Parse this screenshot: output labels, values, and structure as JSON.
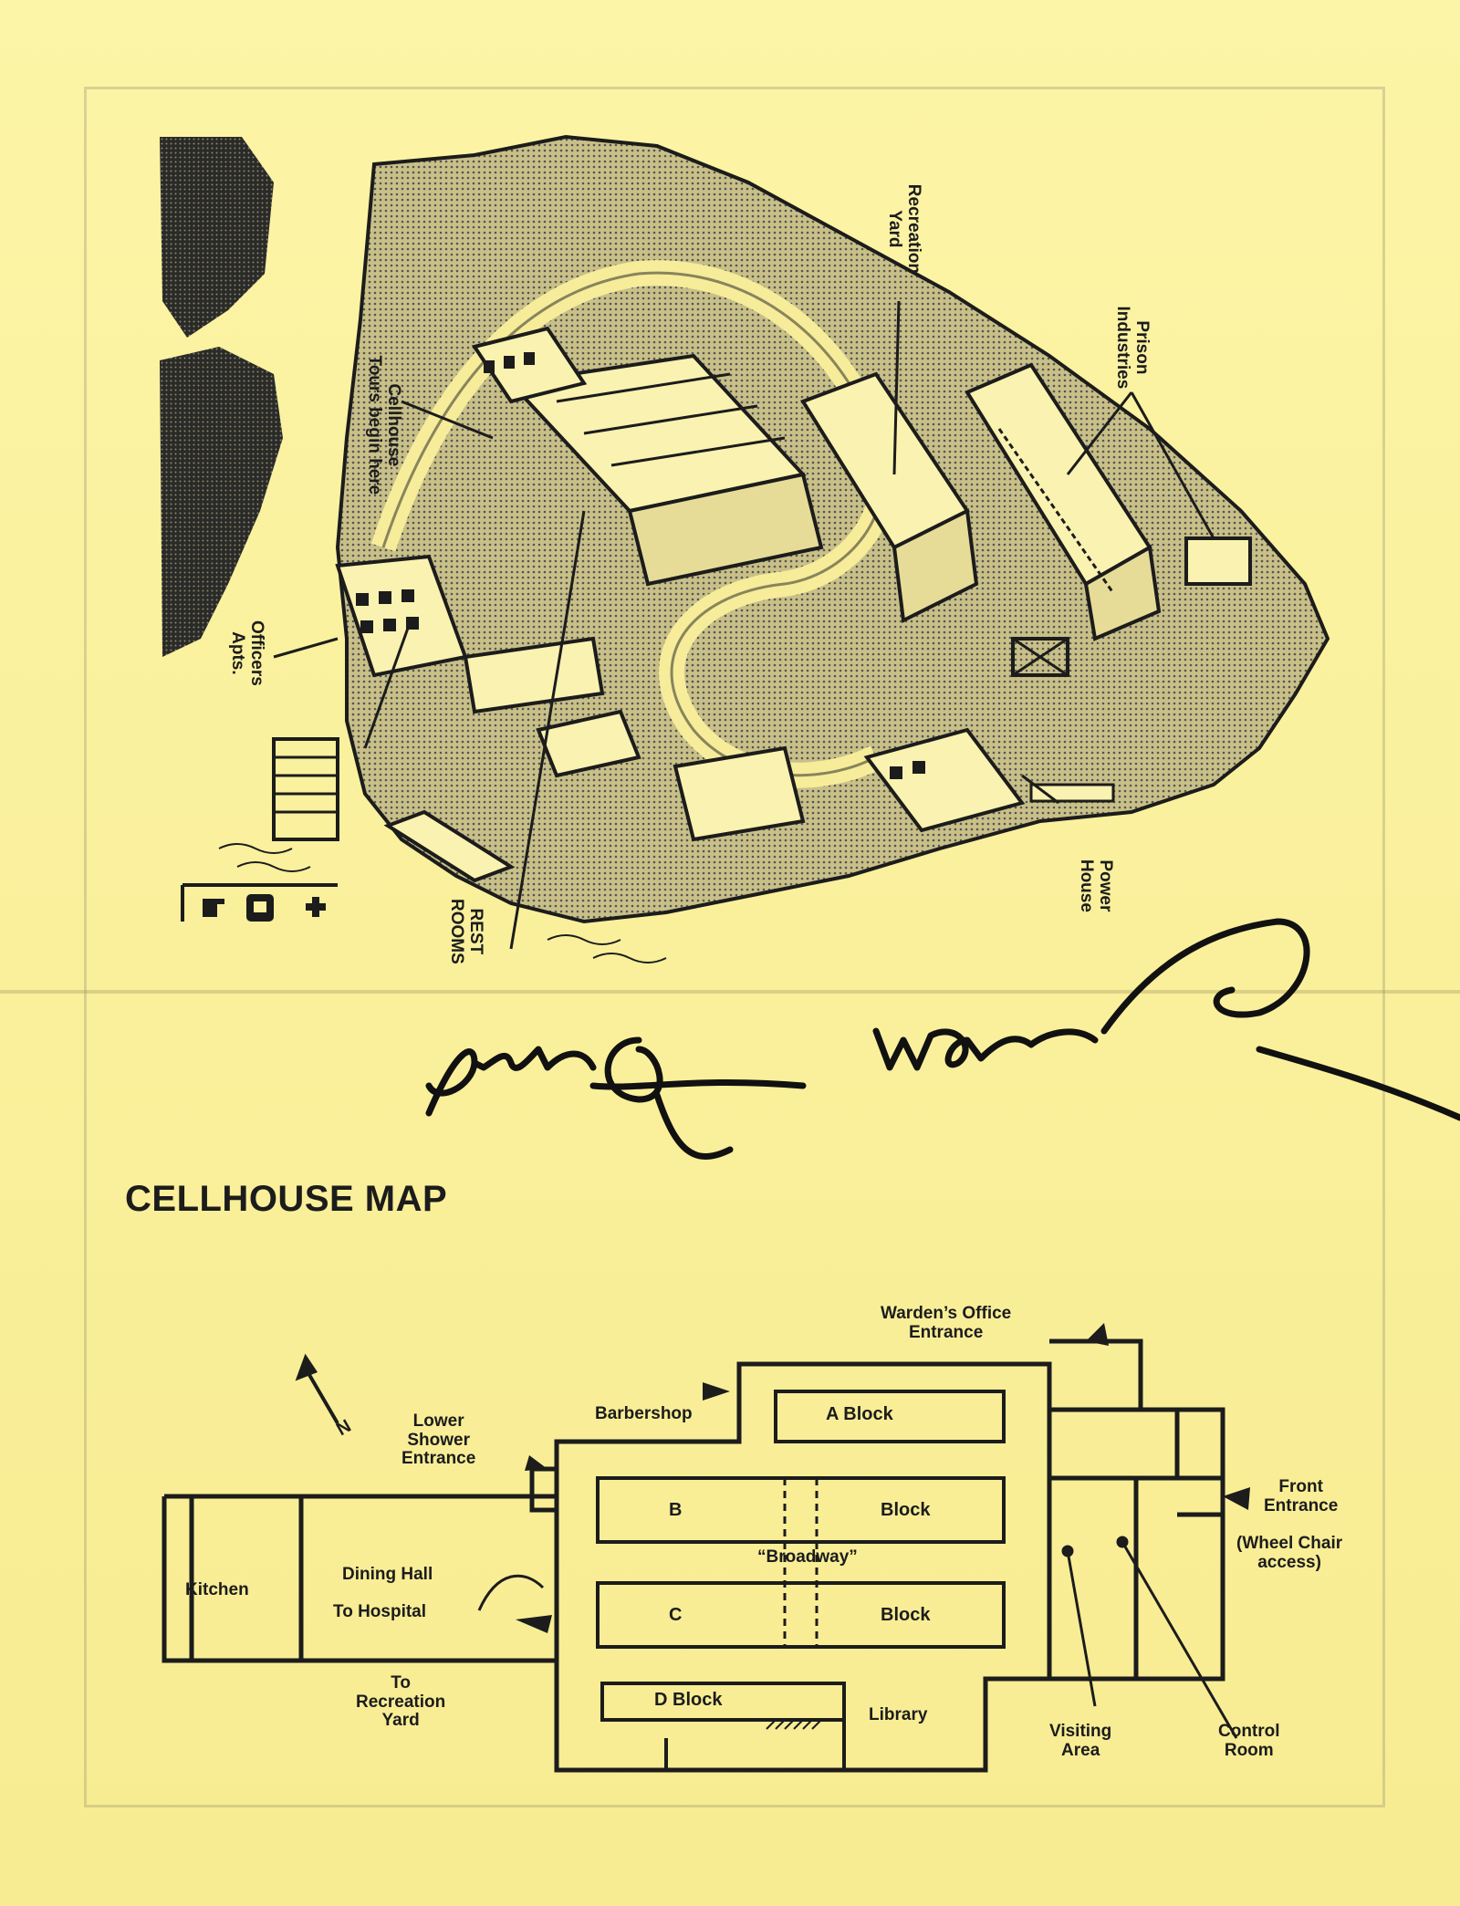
{
  "island_map": {
    "labels": {
      "recreation_yard": "Recreation\nYard",
      "prison_industries": "Prison\nIndustries",
      "cellhouse_tours": "Cellhouse\nTours begin here",
      "officers_apts": "Officers\nApts.",
      "power_house": "Power\nHouse",
      "rest_rooms": "REST\nROOMS"
    },
    "legend_icons": [
      "drinking-fountain-icon",
      "telephone-icon",
      "first-aid-icon"
    ]
  },
  "cellhouse_map": {
    "title": "CELLHOUSE MAP",
    "north_marker": "N",
    "labels": {
      "wardens_office_entrance": "Warden’s Office\nEntrance",
      "barbershop": "Barbershop",
      "a_block": "A Block",
      "lower_shower_entrance": "Lower\nShower\nEntrance",
      "b": "B",
      "b_block": "Block",
      "front_entrance": "Front\nEntrance",
      "wheel_chair_access": "(Wheel Chair\naccess)",
      "broadway": "“Broadway”",
      "kitchen": "Kitchen",
      "dining_hall": "Dining Hall",
      "to_hospital": "To Hospital",
      "c": "C",
      "c_block": "Block",
      "to_recreation_yard": "To\nRecreation\nYard",
      "d_block": "D Block",
      "library": "Library",
      "visiting_area": "Visiting\nArea",
      "control_room": "Control\nRoom"
    }
  },
  "signature": "Andy Warhol"
}
